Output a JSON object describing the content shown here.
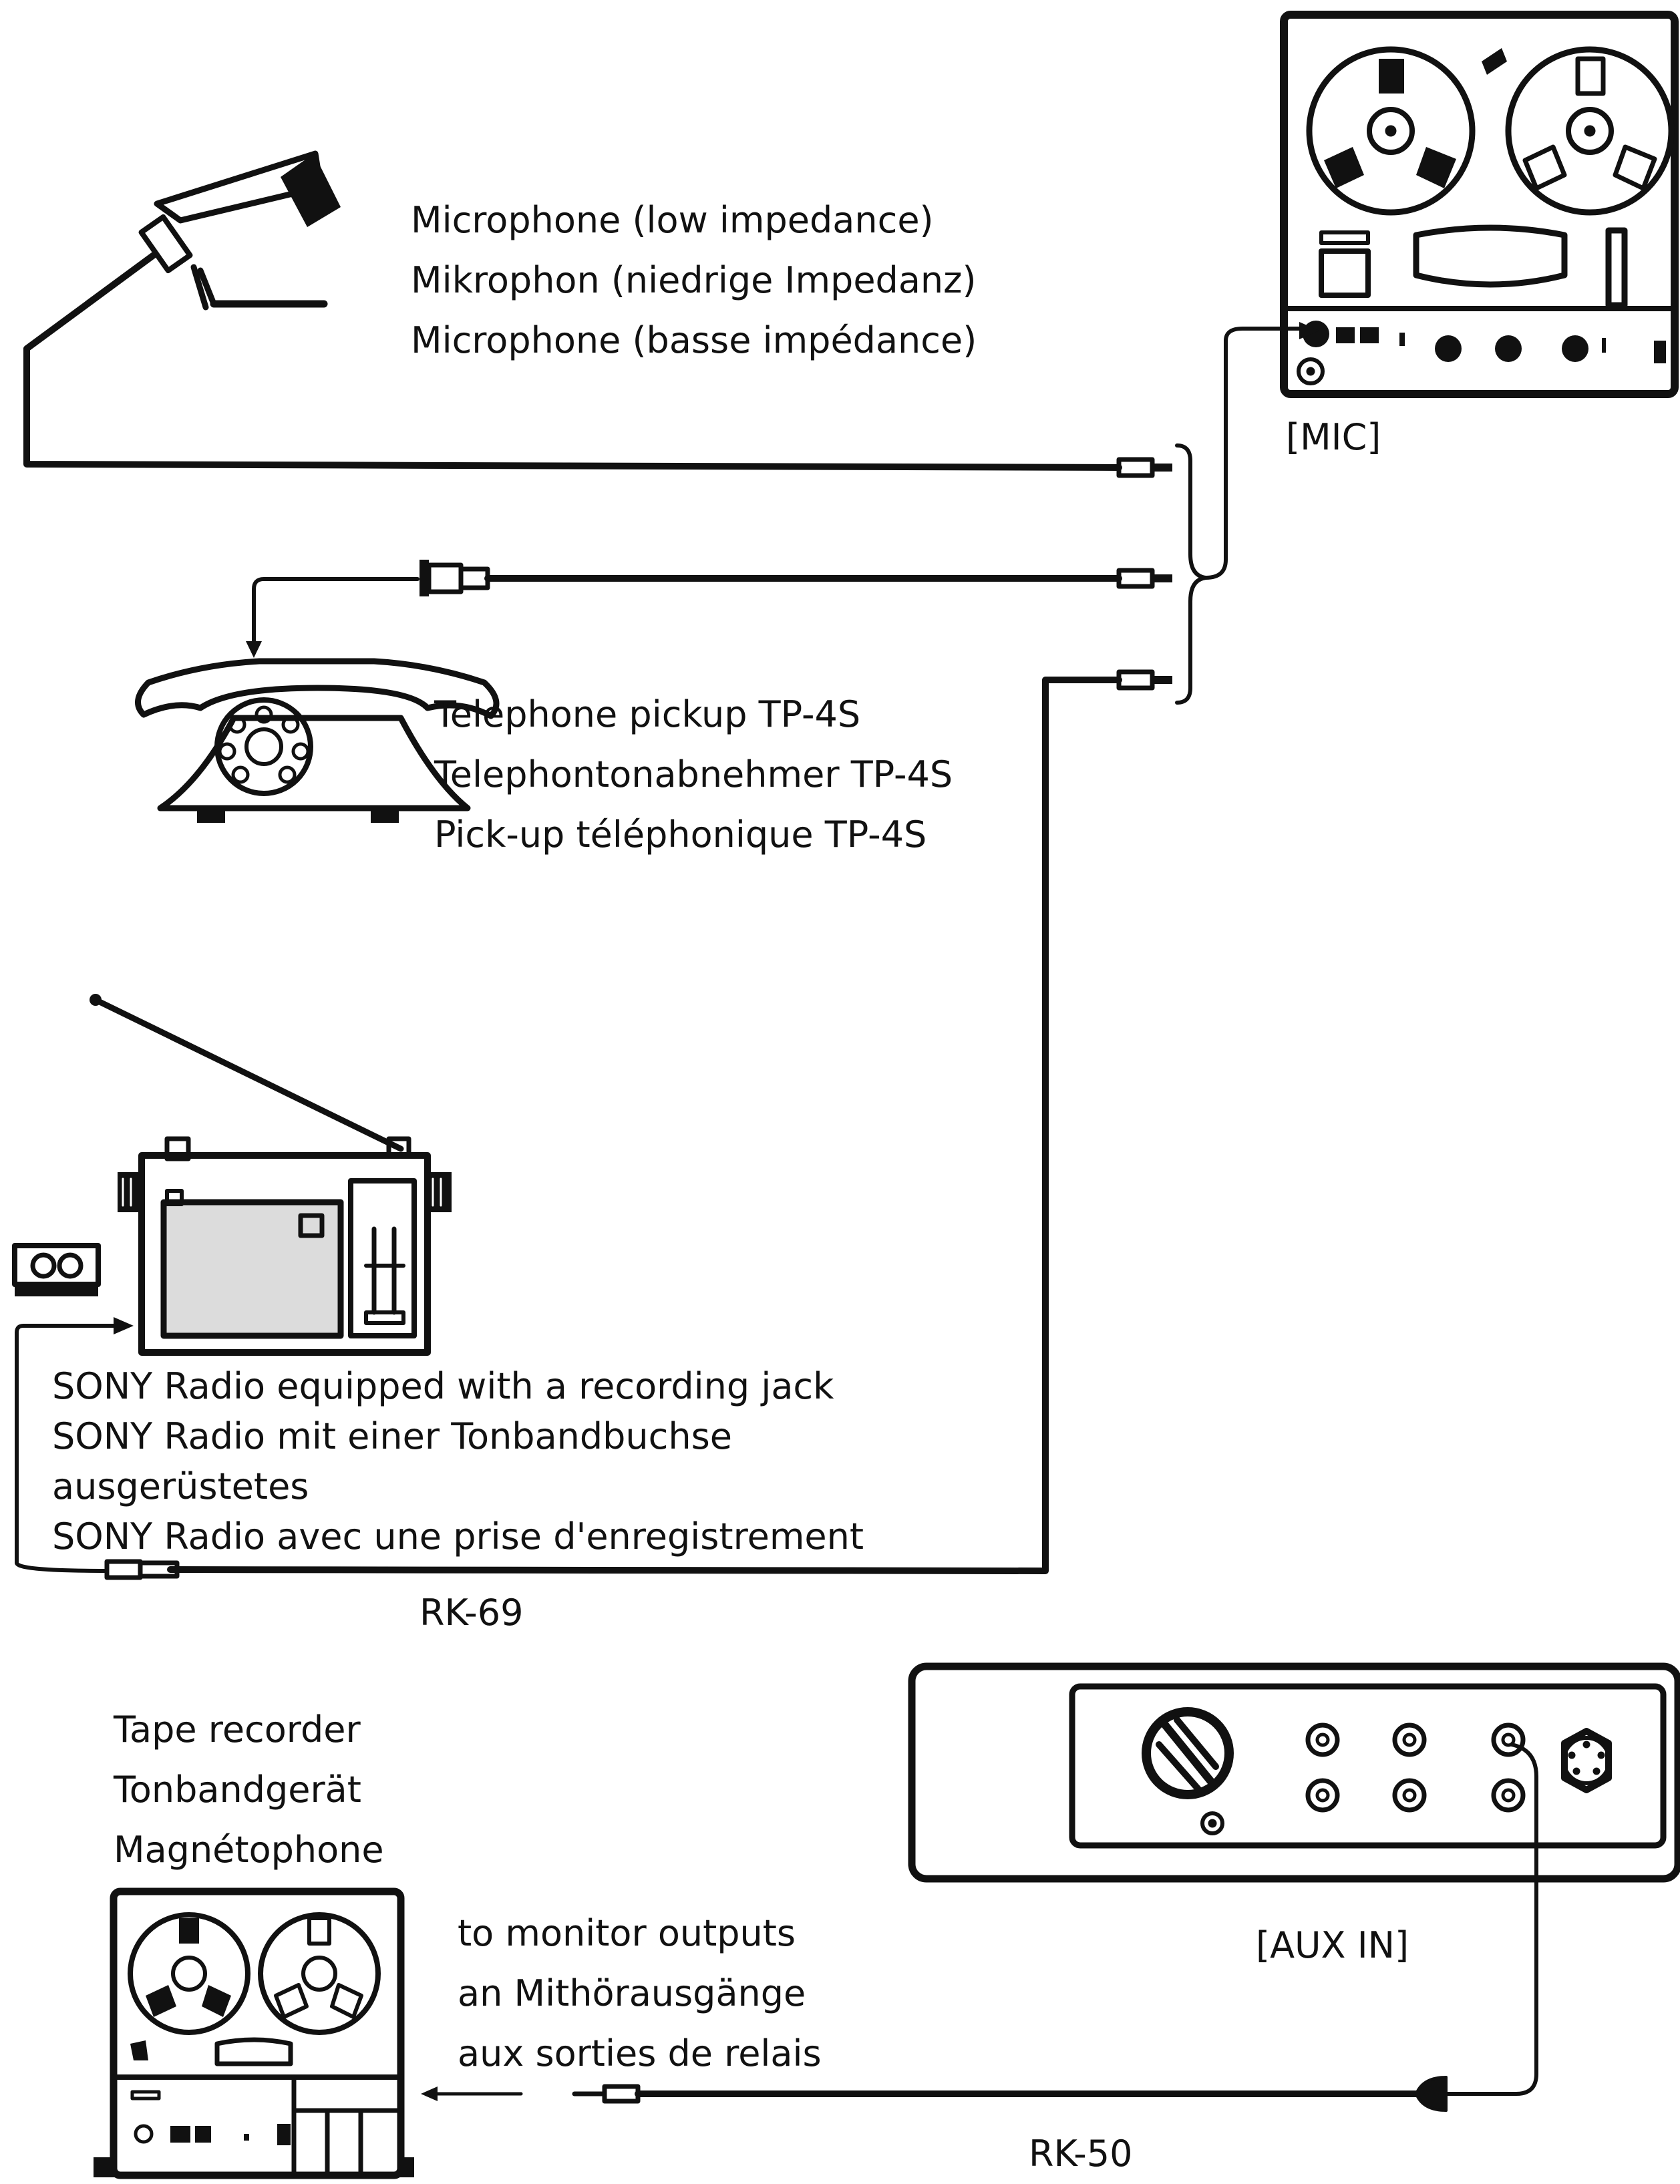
{
  "microphone": {
    "lines": [
      "Microphone (low impedance)",
      "Mikrophon (niedrige Impedanz)",
      "Microphone (basse impédance)"
    ]
  },
  "telephone": {
    "lines": [
      "Telephone pickup TP-4S",
      "Telephontonabnehmer TP-4S",
      "Pick-up téléphonique TP-4S"
    ]
  },
  "radio": {
    "lines": [
      "SONY Radio equipped with a  recording jack",
      "SONY  Radio mit einer Tonbandbuchse",
      "ausgerüstetes",
      "SONY Radio avec une prise d'enregistrement"
    ]
  },
  "tape_recorder": {
    "lines": [
      "Tape recorder",
      "Tonbandgerät",
      "Magnétophone"
    ]
  },
  "monitor": {
    "lines": [
      "to monitor outputs",
      "an Mithörausgänge",
      "aux sorties de relais"
    ]
  },
  "jacks": {
    "mic": "[MIC]",
    "aux_in": "[AUX IN]"
  },
  "cables": {
    "rk69": "RK-69",
    "rk50": "RK-50"
  },
  "colors": {
    "ink": "#111111",
    "paper": "#ffffff",
    "grille": "#dcdcdc"
  }
}
